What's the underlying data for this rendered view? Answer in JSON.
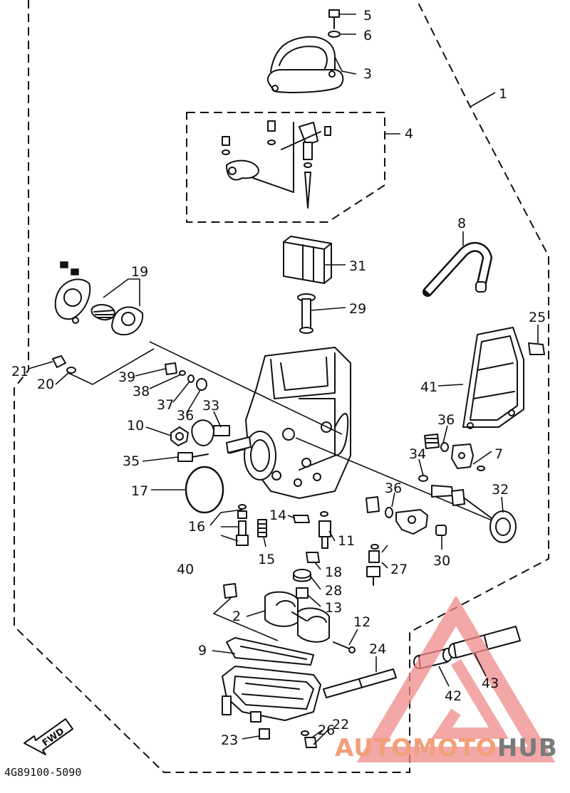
{
  "diagram_code": "4G89100-5090",
  "fwd_label": "FWD",
  "watermark": {
    "part1": "AUTO",
    "part2": "MOTO",
    "part3": "HUB",
    "color1": "#f2a07a",
    "color2": "#f2a07a",
    "color3": "#7a7a7a",
    "triangle_color": "#f08a8a"
  },
  "callouts": [
    {
      "id": "c5",
      "label": "5"
    },
    {
      "id": "c6",
      "label": "6"
    },
    {
      "id": "c3",
      "label": "3"
    },
    {
      "id": "c1",
      "label": "1"
    },
    {
      "id": "c4",
      "label": "4"
    },
    {
      "id": "c8",
      "label": "8"
    },
    {
      "id": "c31",
      "label": "31"
    },
    {
      "id": "c19",
      "label": "19"
    },
    {
      "id": "c29",
      "label": "29"
    },
    {
      "id": "c25",
      "label": "25"
    },
    {
      "id": "c21",
      "label": "21"
    },
    {
      "id": "c20",
      "label": "20"
    },
    {
      "id": "c39",
      "label": "39"
    },
    {
      "id": "c38",
      "label": "38"
    },
    {
      "id": "c37",
      "label": "37"
    },
    {
      "id": "c36a",
      "label": "36"
    },
    {
      "id": "c33",
      "label": "33"
    },
    {
      "id": "c41",
      "label": "41"
    },
    {
      "id": "c36b",
      "label": "36"
    },
    {
      "id": "c10",
      "label": "10"
    },
    {
      "id": "c7",
      "label": "7"
    },
    {
      "id": "c34",
      "label": "34"
    },
    {
      "id": "c35",
      "label": "35"
    },
    {
      "id": "c17",
      "label": "17"
    },
    {
      "id": "c32",
      "label": "32"
    },
    {
      "id": "c36c",
      "label": "36"
    },
    {
      "id": "c14",
      "label": "14"
    },
    {
      "id": "c16",
      "label": "16"
    },
    {
      "id": "c11",
      "label": "11"
    },
    {
      "id": "c15",
      "label": "15"
    },
    {
      "id": "c30",
      "label": "30"
    },
    {
      "id": "c18",
      "label": "18"
    },
    {
      "id": "c27",
      "label": "27"
    },
    {
      "id": "c40",
      "label": "40"
    },
    {
      "id": "c28",
      "label": "28"
    },
    {
      "id": "c13",
      "label": "13"
    },
    {
      "id": "c2",
      "label": "2"
    },
    {
      "id": "c12",
      "label": "12"
    },
    {
      "id": "c9",
      "label": "9"
    },
    {
      "id": "c24",
      "label": "24"
    },
    {
      "id": "c42",
      "label": "42"
    },
    {
      "id": "c43",
      "label": "43"
    },
    {
      "id": "c26",
      "label": "26"
    },
    {
      "id": "c22",
      "label": "22"
    },
    {
      "id": "c23",
      "label": "23"
    }
  ]
}
